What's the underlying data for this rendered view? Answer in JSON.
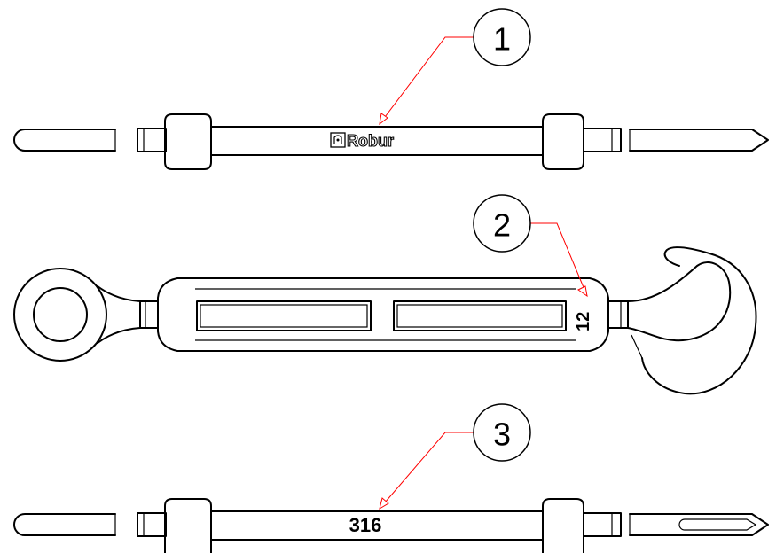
{
  "callouts": [
    {
      "number": "1"
    },
    {
      "number": "2"
    },
    {
      "number": "3"
    }
  ],
  "markings": {
    "brand": "Robur",
    "size": "12",
    "material": "316"
  },
  "colors": {
    "leader": "#ff0000",
    "ink": "#000000",
    "background": "#ffffff"
  }
}
